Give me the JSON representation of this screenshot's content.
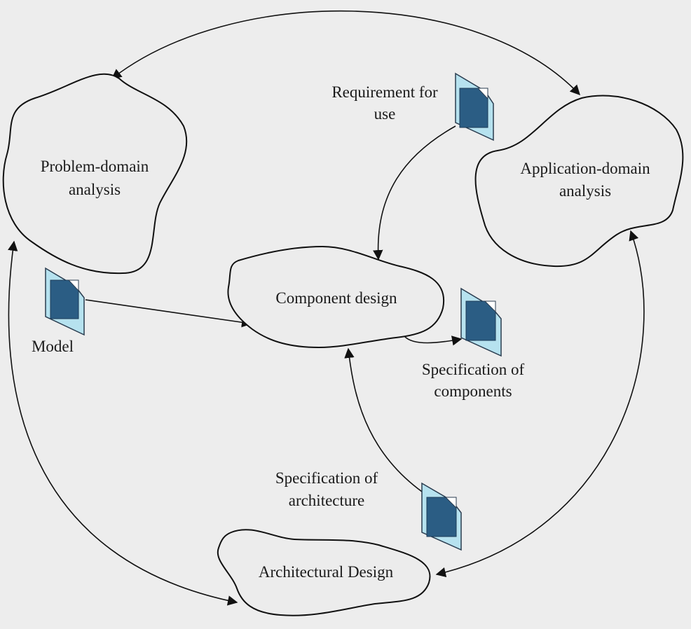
{
  "nodes": {
    "problem_domain": {
      "line1": "Problem-domain",
      "line2": "analysis"
    },
    "application_domain": {
      "line1": "Application-domain",
      "line2": "analysis"
    },
    "component_design": {
      "label": "Component design"
    },
    "architectural_design": {
      "label": "Architectural Design"
    }
  },
  "artifacts": {
    "requirement": {
      "line1": "Requirement for",
      "line2": "use",
      "icon": "document-icon"
    },
    "model": {
      "label": "Model",
      "icon": "document-icon"
    },
    "spec_components": {
      "line1": "Specification of",
      "line2": "components",
      "icon": "document-icon"
    },
    "spec_architecture": {
      "line1": "Specification of",
      "line2": "architecture",
      "icon": "document-icon"
    }
  },
  "colors": {
    "background": "#ededed",
    "document_fill": "#2b5d84",
    "document_shadow": "#b6e2ef",
    "outline": "#111111"
  }
}
